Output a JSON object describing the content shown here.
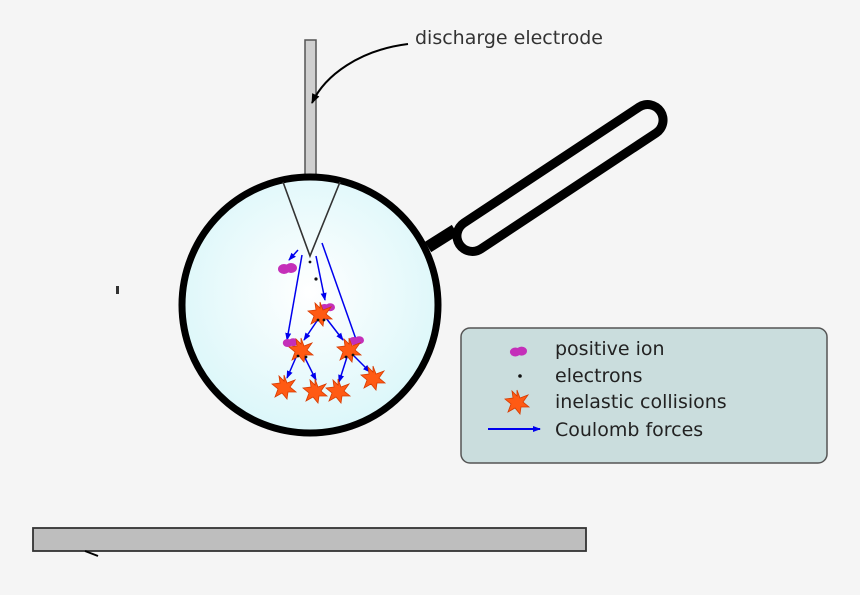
{
  "colors": {
    "background": "#f5f5f5",
    "lens_fill": "#ddf9fb",
    "outline": "#000000",
    "electrode": "#c8c8c8",
    "plate": "#bebebe",
    "legend_fill": "#cadddd",
    "legend_border": "#555555",
    "ion": "#c42fb9",
    "electron": "#111111",
    "collision": "#ff5a14",
    "force_arrow": "#0000ee"
  },
  "labels": {
    "electrode": "discharge electrode"
  },
  "legend": {
    "items": [
      {
        "icon": "positive-ion-icon",
        "label": "positive ion"
      },
      {
        "icon": "electron-icon",
        "label": "electrons"
      },
      {
        "icon": "collision-star-icon",
        "label": "inelastic collisions"
      },
      {
        "icon": "coulomb-arrow-icon",
        "label": "Coulomb forces"
      }
    ]
  }
}
